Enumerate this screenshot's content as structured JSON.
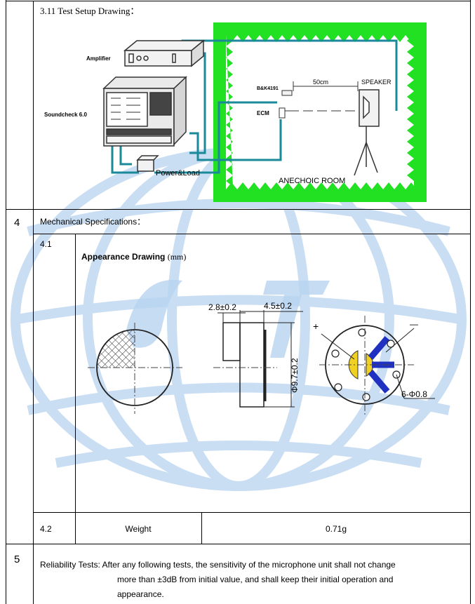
{
  "section_3_11": {
    "title": "3.11 Test Setup Drawing：",
    "diagram": {
      "amplifier": "Amplifier",
      "soundcheck": "Soundcheck 6.0",
      "power_load": "Power&Load",
      "bk_mic": "B&K4191",
      "ecm": "ECM",
      "distance": "50cm",
      "speaker": "SPEAKER",
      "room": "ANECHOIC ROOM"
    }
  },
  "section_4": {
    "number": "4",
    "title": "Mechanical Specifications：",
    "sub_4_1": {
      "number": "4.1",
      "drawing_title": "Appearance Drawing",
      "drawing_unit": "(mm)",
      "dims": {
        "thickness_a": "2.8±0.2",
        "thickness_b": "4.5±0.2",
        "diameter": "Φ9.7±0.2",
        "holes": "6-Φ0.8",
        "plus": "+",
        "minus": "—"
      }
    },
    "sub_4_2": {
      "number": "4.2",
      "label": "Weight",
      "value": "0.71g"
    }
  },
  "section_5": {
    "number": "5",
    "line1": "Reliability Tests: After any following tests, the sensitivity of the microphone unit shall not change",
    "line2": "more than  ±3dB from initial value, and shall keep their initial operation and",
    "line3": "appearance."
  },
  "colors": {
    "anechoic_green": "#20e020",
    "cable_teal": "#1a8a9a",
    "watermark_blue": "#aacbee",
    "terminal_yellow": "#f0d020",
    "terminal_blue": "#2030c0"
  }
}
